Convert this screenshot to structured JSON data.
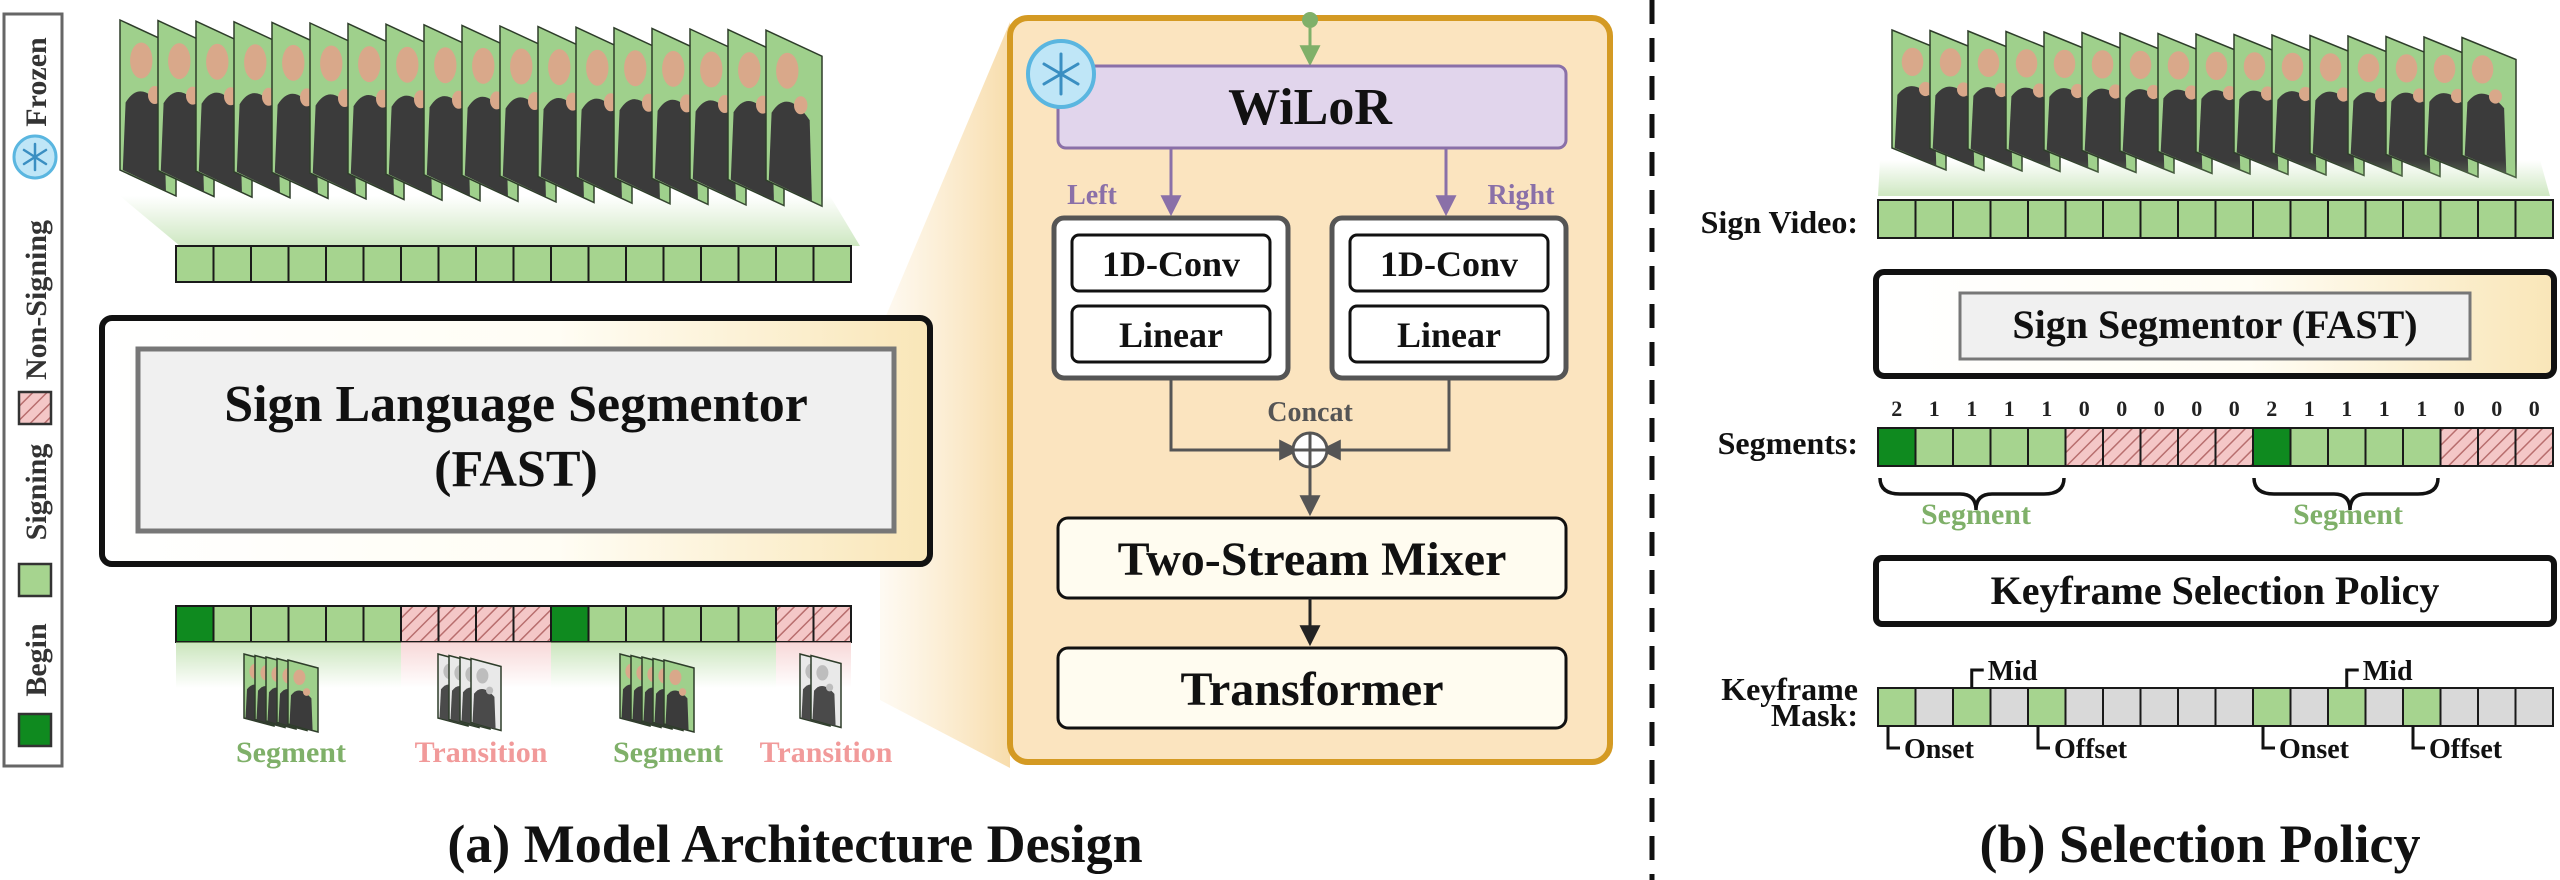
{
  "legend": {
    "frozen": "Frozen",
    "non_signing": "Non-Signing",
    "signing": "Signing",
    "begin": "Begin",
    "frozen_icon": "snowflake-icon"
  },
  "part_a": {
    "caption": "(a) Model Architecture Design",
    "segmentor_line1": "Sign Language Segmentor",
    "segmentor_line2": "(FAST)",
    "top_frame_count": 18,
    "top_strip_cells": 18,
    "output_strip": [
      "B",
      "S",
      "S",
      "S",
      "S",
      "S",
      "N",
      "N",
      "N",
      "N",
      "B",
      "S",
      "S",
      "S",
      "S",
      "S",
      "N",
      "N"
    ],
    "clip_labels": [
      "Segment",
      "Transition",
      "Segment",
      "Transition"
    ],
    "detail": {
      "wilor": "WiLoR",
      "left": "Left",
      "right": "Right",
      "conv": "1D-Conv",
      "linear": "Linear",
      "concat": "Concat",
      "mixer": "Two-Stream Mixer",
      "transformer": "Transformer"
    }
  },
  "part_b": {
    "caption": "(b) Selection Policy",
    "sign_video_label": "Sign Video:",
    "segmentor": "Sign Segmentor (FAST)",
    "segments_label": "Segments:",
    "segment_values": [
      "2",
      "1",
      "1",
      "1",
      "1",
      "0",
      "0",
      "0",
      "0",
      "0",
      "2",
      "1",
      "1",
      "1",
      "1",
      "0",
      "0",
      "0"
    ],
    "segment_brace_labels": [
      "Segment",
      "Segment"
    ],
    "policy": "Keyframe Selection Policy",
    "keyframe_label_line1": "Keyframe",
    "keyframe_label_line2": "Mask:",
    "keyframe_mask": [
      1,
      0,
      1,
      0,
      1,
      0,
      0,
      0,
      0,
      0,
      1,
      0,
      1,
      0,
      1,
      0,
      0,
      0
    ],
    "kf_tags": [
      "Mid",
      "Onset",
      "Offset",
      "Mid",
      "Onset",
      "Offset"
    ],
    "video_frame_count": 16
  },
  "colors": {
    "signing": "#a6d48f",
    "begin": "#0f8a1f",
    "non_signing": "#f4c7c7",
    "mask_off": "#d9d9d9",
    "panel": "#fbe4bf",
    "panel_border": "#d49a23",
    "wilor": "#e1d5ec",
    "purple": "#8a70a8",
    "segment_text": "#7fb069",
    "transition_text": "#f19a9a"
  }
}
